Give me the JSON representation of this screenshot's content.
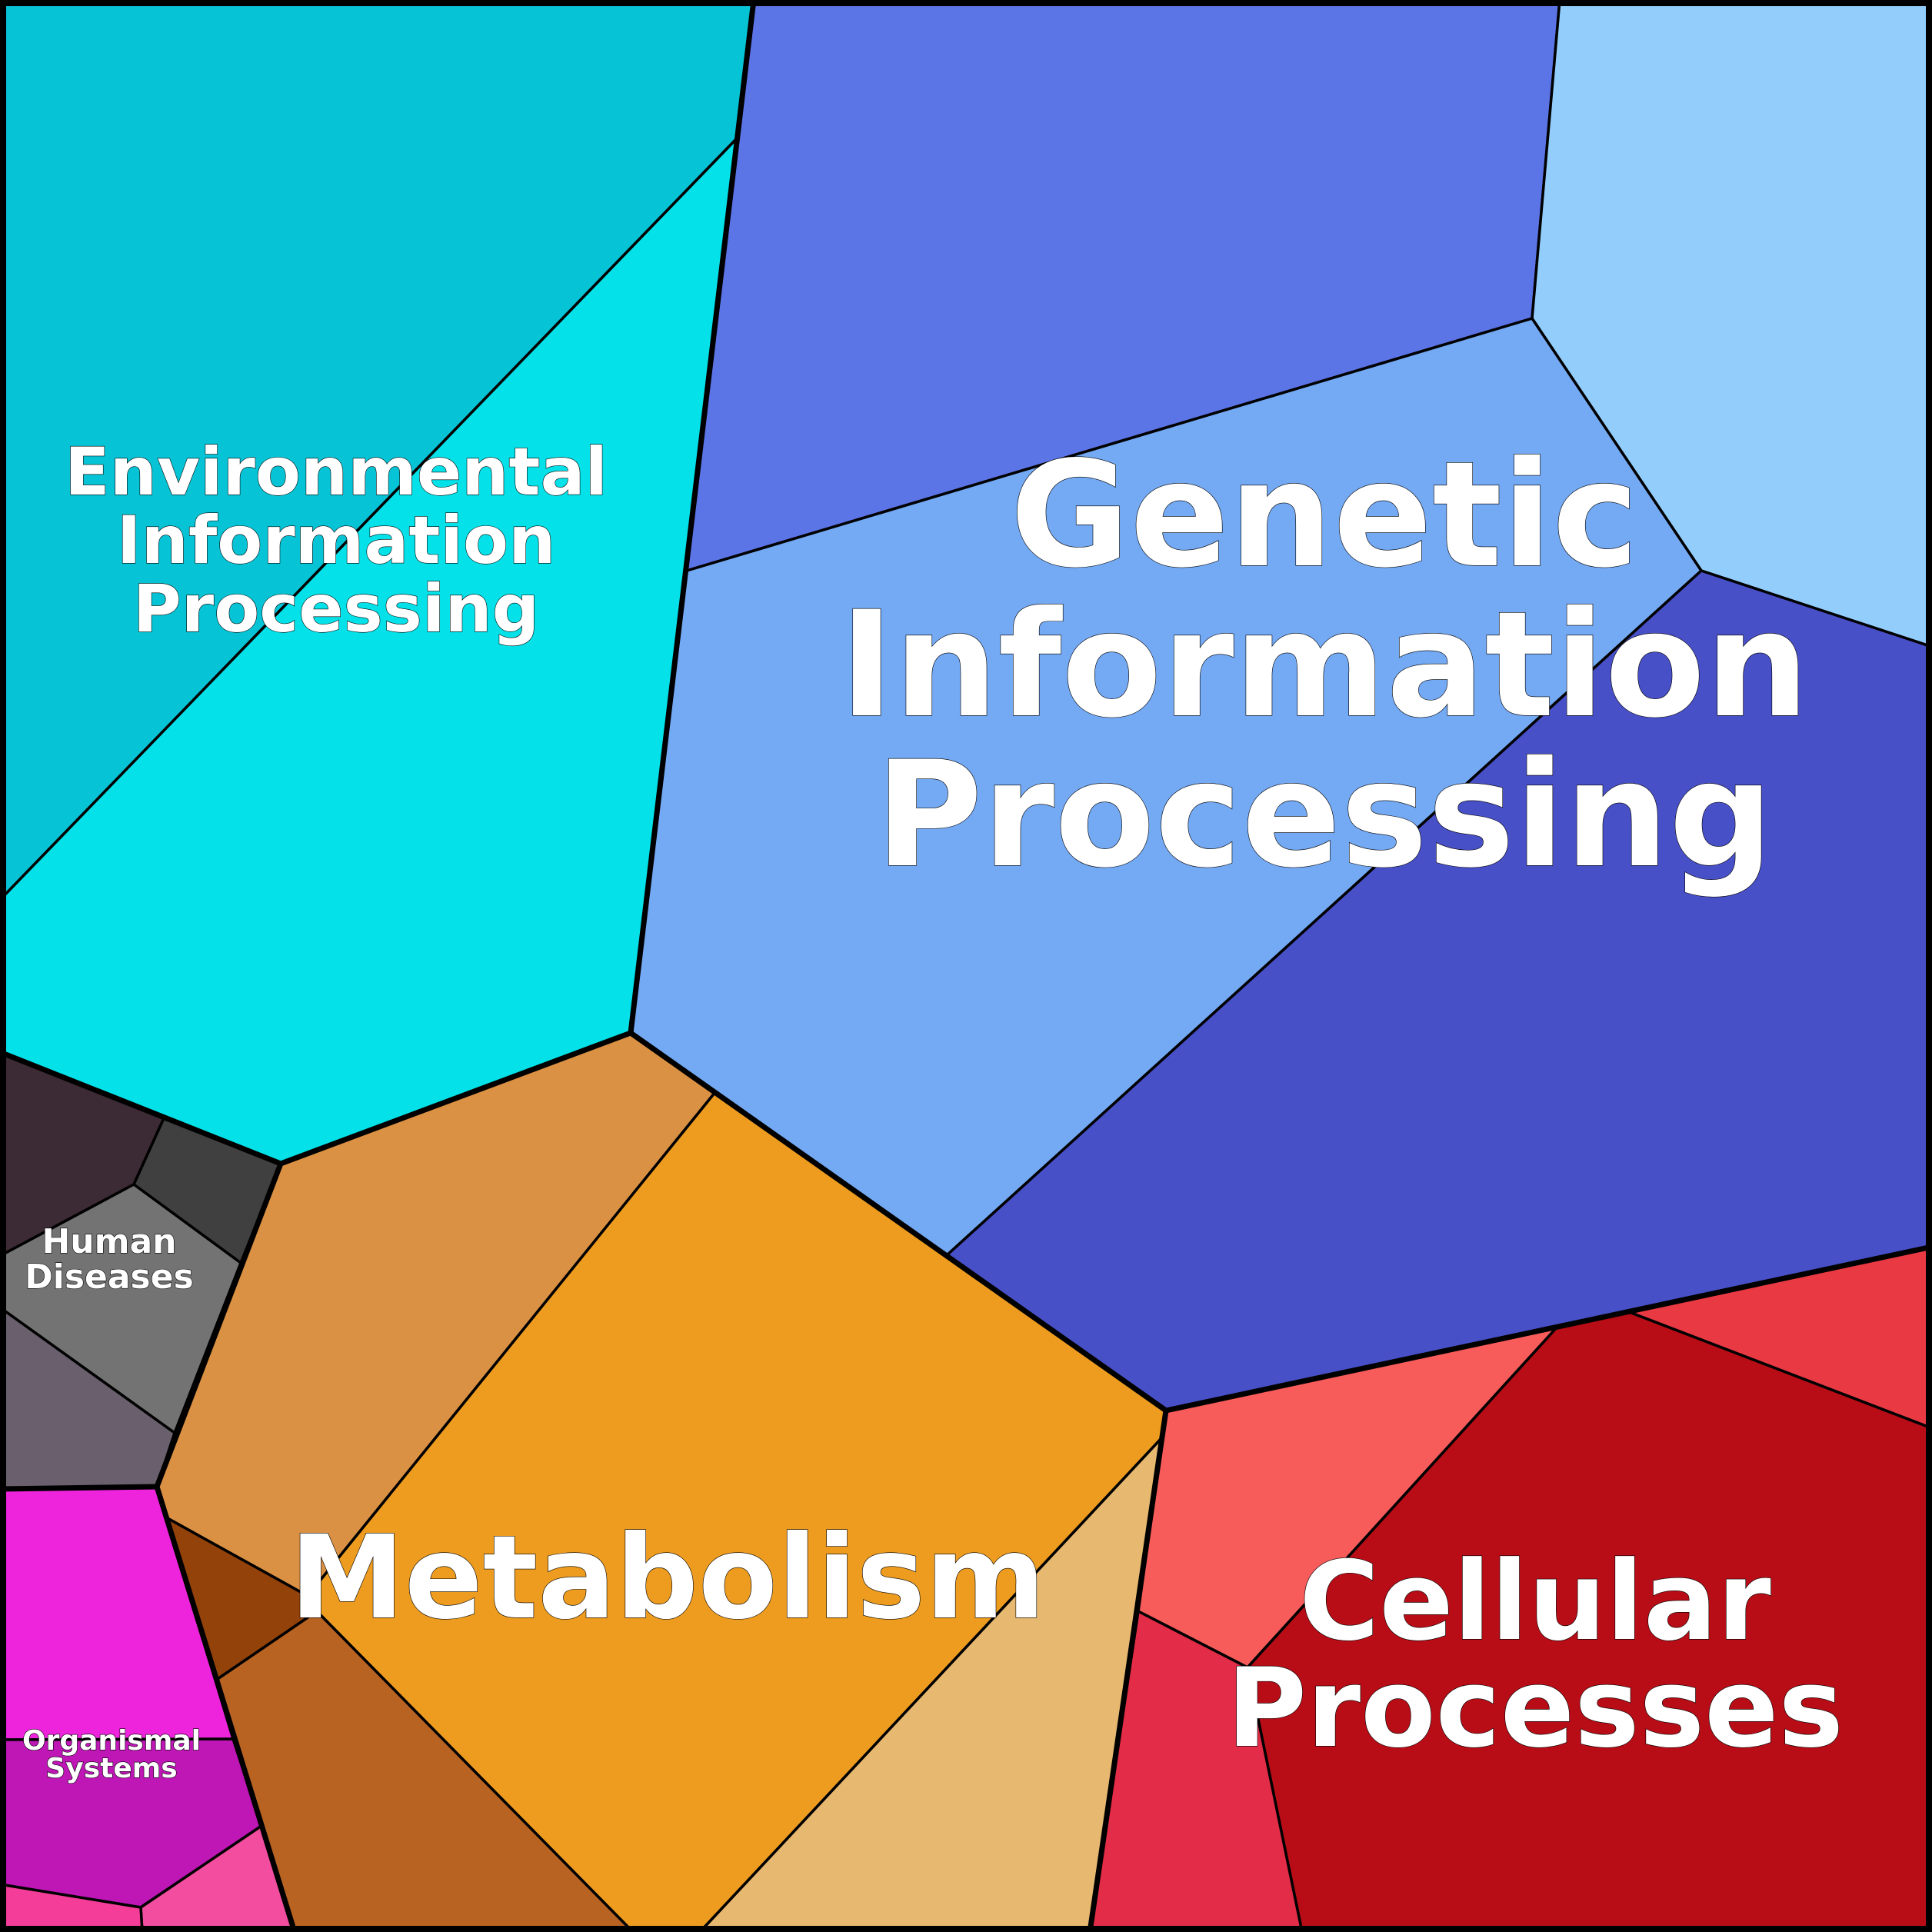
{
  "diagram": {
    "type": "voronoi-treemap",
    "groups": [
      {
        "id": "genetic",
        "label_lines": [
          "Genetic",
          "Information",
          "Processing"
        ],
        "cell_colors": [
          "#5b74e6",
          "#93cdfc",
          "#74a9f3",
          "#4850c8"
        ]
      },
      {
        "id": "environmental",
        "label_lines": [
          "Environmental",
          "Information",
          "Processing"
        ],
        "cell_colors": [
          "#06c4d6",
          "#05e1e8"
        ]
      },
      {
        "id": "metabolism",
        "label_lines": [
          "Metabolism"
        ],
        "cell_colors": [
          "#da9143",
          "#ed9c1f",
          "#e7b86f",
          "#93420a",
          "#b96322"
        ]
      },
      {
        "id": "cellular",
        "label_lines": [
          "Cellular",
          "Processes"
        ],
        "cell_colors": [
          "#f75c5b",
          "#b80d16",
          "#e93a44",
          "#e32c48"
        ]
      },
      {
        "id": "human-diseases",
        "label_lines": [
          "Human",
          "Diseases"
        ],
        "cell_colors": [
          "#3c2a35",
          "#414041",
          "#737373",
          "#6a5f6d"
        ]
      },
      {
        "id": "organismal",
        "label_lines": [
          "Organismal",
          "Systems"
        ],
        "cell_colors": [
          "#ee24dc",
          "#bf16b6",
          "#f24d9f",
          "#f43c99"
        ]
      }
    ]
  }
}
